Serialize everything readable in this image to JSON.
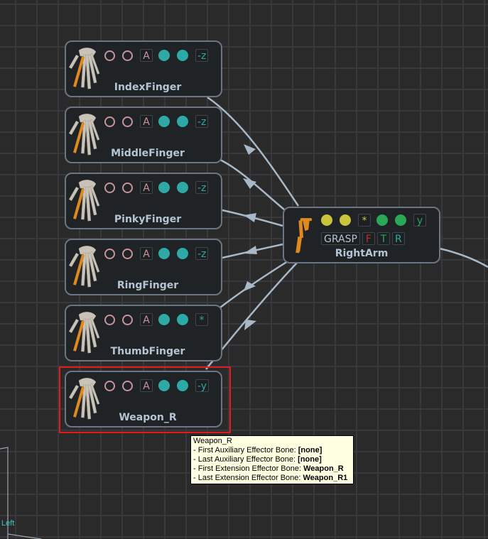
{
  "colors": {
    "ring": "#c7949a",
    "teal": "#2ea9a5",
    "yellow": "#c9c43c",
    "green": "#2aa757",
    "wire": "#a9b8c7",
    "selection": "#e31b1b"
  },
  "finger_nodes": [
    {
      "name": "IndexFinger",
      "box_label": "A",
      "axis": "-z",
      "icon": "hand-skeleton-icon"
    },
    {
      "name": "MiddleFinger",
      "box_label": "A",
      "axis": "-z",
      "icon": "hand-skeleton-icon"
    },
    {
      "name": "PinkyFinger",
      "box_label": "A",
      "axis": "-z",
      "icon": "hand-skeleton-icon"
    },
    {
      "name": "RingFinger",
      "box_label": "A",
      "axis": "-z",
      "icon": "hand-skeleton-icon"
    },
    {
      "name": "ThumbFinger",
      "box_label": "A",
      "axis": "*",
      "icon": "hand-skeleton-icon"
    },
    {
      "name": "Weapon_R",
      "box_label": "A",
      "axis": "-y",
      "icon": "hand-skeleton-icon",
      "selected": true
    }
  ],
  "arm_node": {
    "name": "RightArm",
    "star": "*",
    "axis": "y",
    "grasp": "GRASP",
    "f": "F",
    "t": "T",
    "r": "R",
    "icon": "arm-skeleton-icon"
  },
  "tooltip": {
    "title": "Weapon_R",
    "lines": [
      {
        "label": "- First Auxiliary Effector Bone: ",
        "value": "[none]"
      },
      {
        "label": "- Last Auxiliary Effector Bone: ",
        "value": "[none]"
      },
      {
        "label": "- First Extension Effector Bone: ",
        "value": "Weapon_R"
      },
      {
        "label": "- Last Extension Effector Bone: ",
        "value": "Weapon_R1"
      }
    ]
  },
  "viewport_label": "Left"
}
